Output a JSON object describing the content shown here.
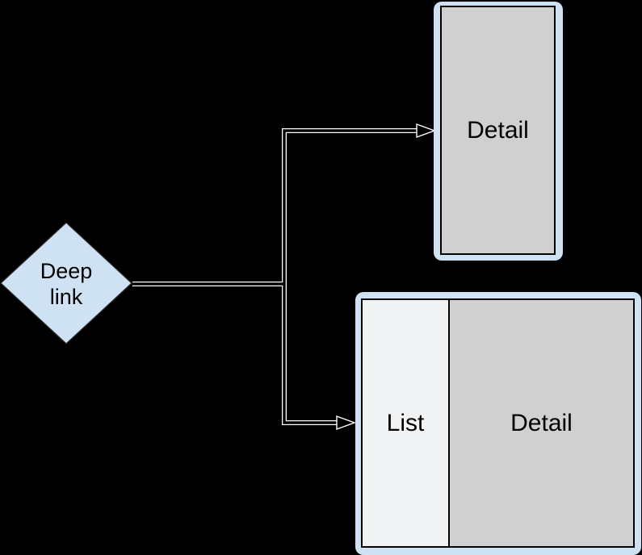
{
  "background_color": "#000000",
  "palette": {
    "node_fill_blue": "#cfe2f3",
    "pane_gray": "#d0d0d0",
    "pane_light": "#f1f2f3",
    "connector_line": "#ffffff",
    "connector_core": "#000000",
    "inner_border": "#000000",
    "text_color": "#000000"
  },
  "diagram": {
    "deep_link_node": {
      "label": "Deep\nlink",
      "shape": "diamond"
    },
    "detail_screen": {
      "label": "Detail"
    },
    "list_detail_screen": {
      "list_label": "List",
      "detail_label": "Detail"
    }
  }
}
